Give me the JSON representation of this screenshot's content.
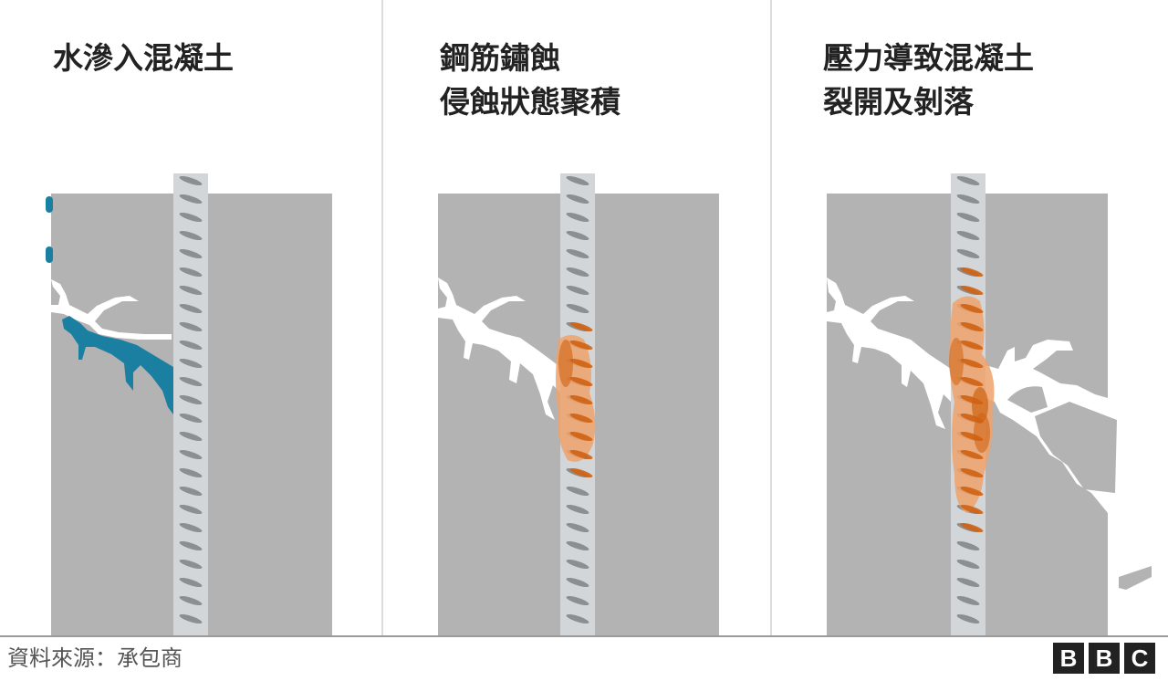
{
  "panels": [
    {
      "title_lines": [
        "水滲入混凝土"
      ]
    },
    {
      "title_lines": [
        "鋼筋鏽蝕",
        "侵蝕狀態聚積"
      ]
    },
    {
      "title_lines": [
        "壓力導致混凝土",
        "裂開及剝落"
      ]
    }
  ],
  "source": "資料來源：承包商",
  "logo": [
    "B",
    "B",
    "C"
  ],
  "colors": {
    "concrete": "#b3b3b3",
    "rebar": "#d3d6d8",
    "rebar_rib": "#8a8f90",
    "water": "#1a7fa0",
    "rust_light": "#eda26b",
    "rust_dark": "#cf6213",
    "crack": "#ffffff"
  }
}
